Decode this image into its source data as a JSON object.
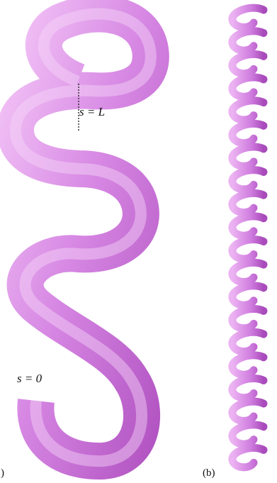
{
  "panels": {
    "a": {
      "label": ")"
    },
    "b": {
      "label": "(b)"
    }
  },
  "annotations": {
    "s_end": "s = L",
    "s_start": "s = 0"
  },
  "colors": {
    "tube_light": "#f3c4f7",
    "tube_mid": "#d585e2",
    "tube_dark": "#b254c2",
    "end_marker": "#333333"
  }
}
